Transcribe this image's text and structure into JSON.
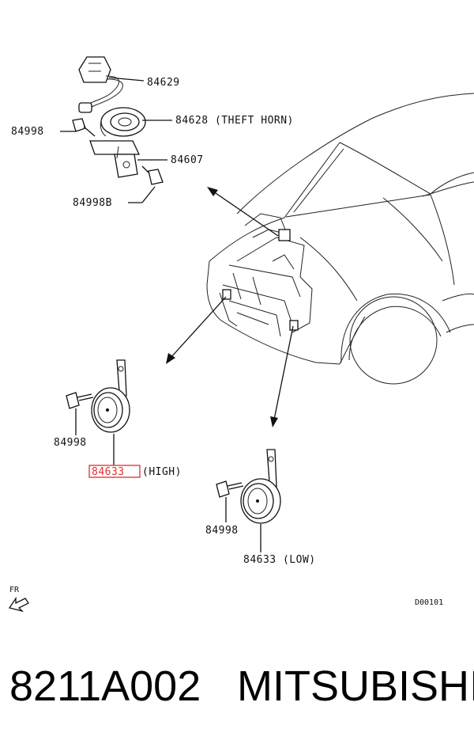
{
  "callouts": {
    "harness": "84629",
    "theft_horn": "84628 (THEFT HORN)",
    "bolt_left": "84998",
    "bracket": "84607",
    "bolt_b": "84998B",
    "high_bolt": "84998",
    "high_horn_part": "84633",
    "high_horn_suffix": "(HIGH)",
    "low_bolt": "84998",
    "low_horn": "84633 (LOW)"
  },
  "front_marker": "FR",
  "diagram_code": "D00101",
  "footer": {
    "part_number": "8211A002",
    "brand": "MITSUBISHI"
  },
  "colors": {
    "highlight_box": "#e03030",
    "line": "#111111"
  }
}
